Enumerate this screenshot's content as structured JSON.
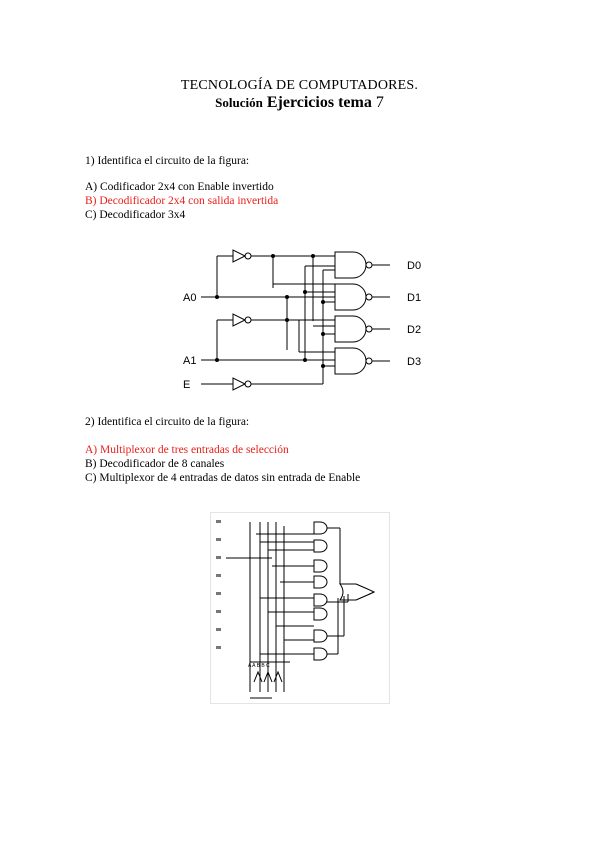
{
  "header": {
    "title": "TECNOLOGÍA DE COMPUTADORES.",
    "subtitle_small": "Solución",
    "subtitle_big": "Ejercicios tema",
    "subtitle_num": "7"
  },
  "q1": {
    "prompt": "1) Identifica el circuito de la figura:",
    "options": [
      "A) Codificador 2x4 con Enable invertido",
      "B) Decodificador 2x4 con salida invertida",
      "C) Decodificador 3x4"
    ],
    "correct_color": "#e8201c",
    "diagram": {
      "inputs": [
        "A0",
        "A1",
        "E"
      ],
      "outputs": [
        "D0",
        "D1",
        "D2",
        "D3"
      ]
    }
  },
  "q2": {
    "prompt": "2) Identifica el circuito de la figura:",
    "options": [
      "A) Multiplexor de tres entradas de selección",
      "B) Decodificador de 8 canales",
      "C) Multiplexor de 4 entradas de datos sin entrada de Enable"
    ],
    "correct_color": "#e8201c"
  }
}
